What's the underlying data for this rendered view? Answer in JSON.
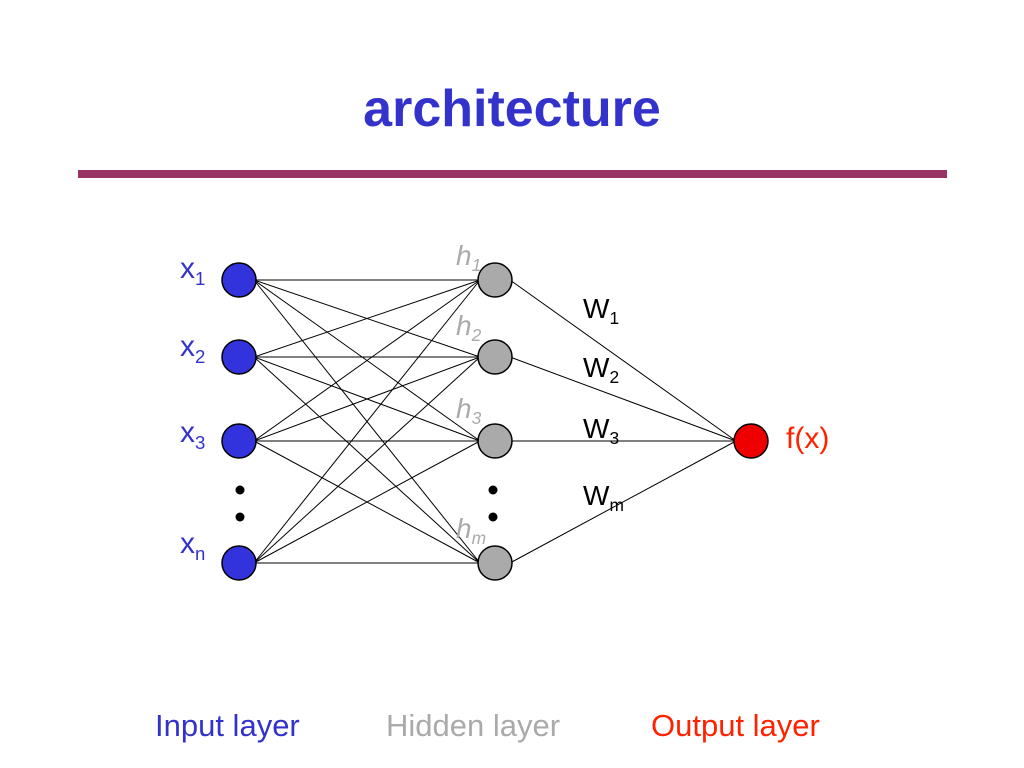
{
  "title": "architecture",
  "colors": {
    "title": "#3333cc",
    "rule": "#993366",
    "input_node": "#3333dd",
    "hidden_node": "#aaaaaa",
    "output_node": "#ee0000",
    "hidden_label": "#aaaaaa",
    "output_label": "#ff2200"
  },
  "input_nodes": [
    {
      "base": "x",
      "sub": "1"
    },
    {
      "base": "x",
      "sub": "2"
    },
    {
      "base": "x",
      "sub": "3"
    },
    {
      "base": "x",
      "sub": "n"
    }
  ],
  "hidden_nodes": [
    {
      "base": "h",
      "sub": "1"
    },
    {
      "base": "h",
      "sub": "2"
    },
    {
      "base": "h",
      "sub": "3"
    },
    {
      "base": "h",
      "sub": "m"
    }
  ],
  "weights": [
    {
      "base": "W",
      "sub": "1"
    },
    {
      "base": "W",
      "sub": "2"
    },
    {
      "base": "W",
      "sub": "3"
    },
    {
      "base": "W",
      "sub": "m"
    }
  ],
  "output_node": {
    "label": "f(x)"
  },
  "layer_labels": {
    "input": "Input layer",
    "hidden": "Hidden layer",
    "output": "Output layer"
  }
}
